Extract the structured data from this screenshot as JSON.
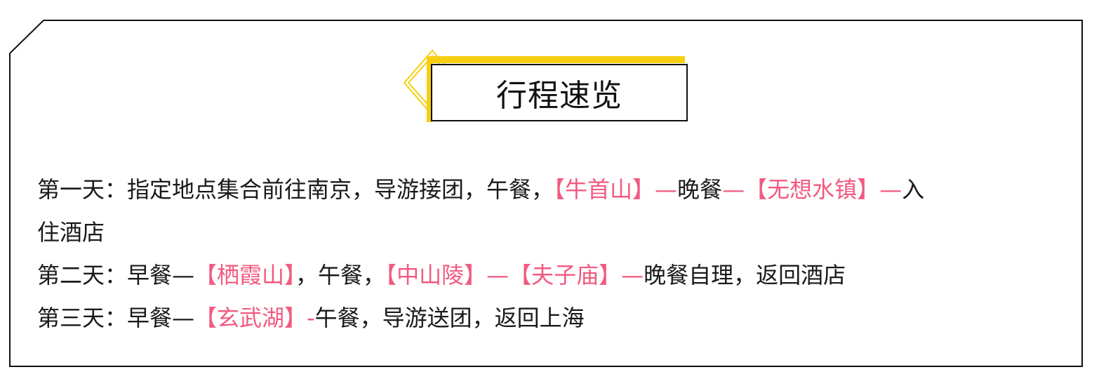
{
  "title": "行程速览",
  "colors": {
    "accent_yellow": "#f6cf10",
    "highlight_pink": "#f25a80",
    "text": "#1a1a1a",
    "border": "#111111"
  },
  "days": [
    {
      "label": "第一天：",
      "line1": [
        {
          "text": "指定地点集合前往南京，导游接团，午餐，",
          "highlight": false
        },
        {
          "text": "【牛首山】—",
          "highlight": true
        },
        {
          "text": "晚餐",
          "highlight": false
        },
        {
          "text": "—【无想水镇】—",
          "highlight": true
        },
        {
          "text": "入",
          "highlight": false
        }
      ],
      "line2": [
        {
          "text": "住酒店",
          "highlight": false
        }
      ]
    },
    {
      "label": "第二天：",
      "line1": [
        {
          "text": "早餐—",
          "highlight": false
        },
        {
          "text": "【栖霞山】",
          "highlight": true
        },
        {
          "text": "，午餐，",
          "highlight": false
        },
        {
          "text": "【中山陵】—【夫子庙】—",
          "highlight": true
        },
        {
          "text": "晚餐自理，返回酒店",
          "highlight": false
        }
      ]
    },
    {
      "label": "第三天：",
      "line1": [
        {
          "text": "早餐—",
          "highlight": false
        },
        {
          "text": "【玄武湖】-",
          "highlight": true
        },
        {
          "text": "午餐，导游送团，返回上海",
          "highlight": false
        }
      ]
    }
  ]
}
